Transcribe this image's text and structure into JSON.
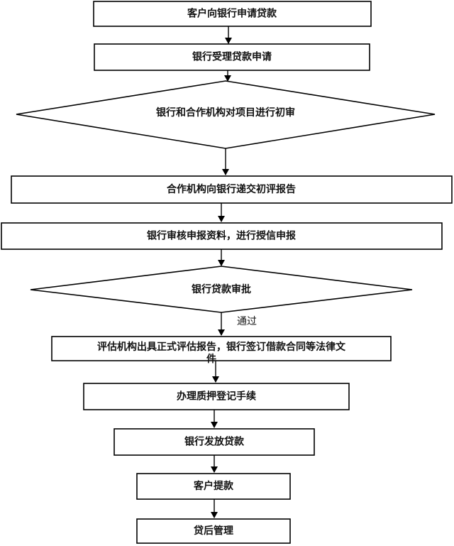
{
  "nodes": {
    "n1": "客户向银行申请贷款",
    "n2": "银行受理贷款申请",
    "d1": "银行和合作机构对项目进行初审",
    "n3": "合作机构向银行递交初评报告",
    "n4": "银行审核申报资料，进行授信申报",
    "d2": "银行贷款审批",
    "n5_line1": "评估机构出具正式评估报告，银行签订借款合同等法律文",
    "n5_line2": "件",
    "n6": "办理质押登记手续",
    "n7": "银行发放贷款",
    "n8": "客户提款",
    "n9": "贷后管理"
  },
  "edges": {
    "approve_label": "通过"
  }
}
